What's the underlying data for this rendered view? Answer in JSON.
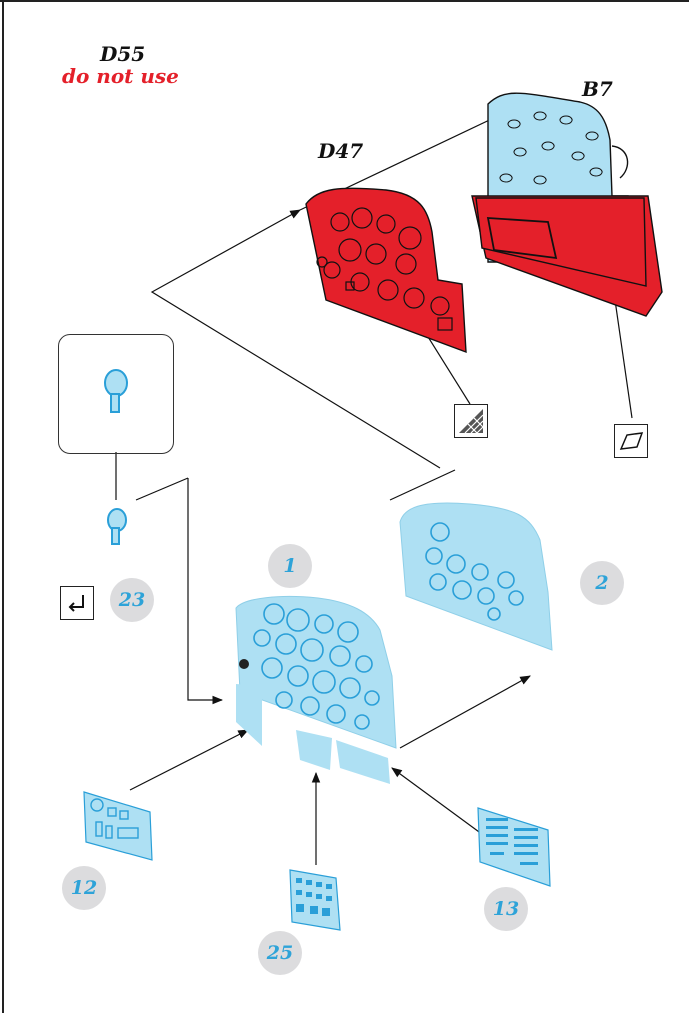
{
  "parts": {
    "d55": {
      "code": "D55",
      "note": "do not use"
    },
    "d47": {
      "code": "D47"
    },
    "b7": {
      "code": "B7"
    }
  },
  "numbers": {
    "n1": "1",
    "n2": "2",
    "n12": "12",
    "n13": "13",
    "n23": "23",
    "n25": "25"
  },
  "colors": {
    "red_part": "#e4202a",
    "blue_part": "#aee0f3",
    "blue_line": "#2a9fd8",
    "badge_bg": "#dcdcde"
  },
  "icons": {
    "glue": "glue-cement-icon",
    "paint": "paint-apply-icon",
    "fold": "bend-arrow-icon"
  }
}
